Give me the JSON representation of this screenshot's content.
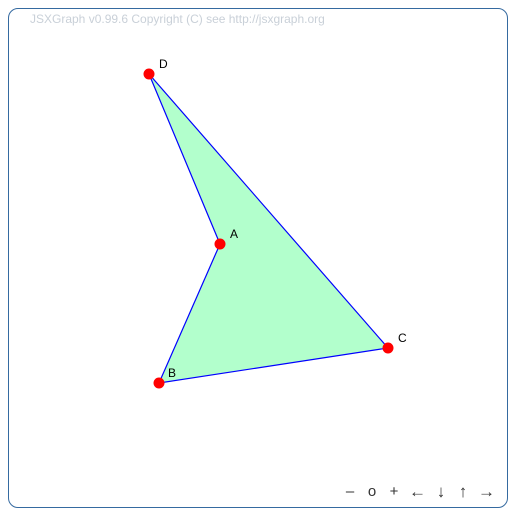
{
  "board": {
    "copyright": "JSXGraph v0.99.6 Copyright (C) see http://jsxgraph.org",
    "border_color": "#356AA0"
  },
  "polygon": {
    "fill_color": "#b2ffcc",
    "edge_color": "#0000ff",
    "point_color": "#ff0000",
    "vertex_order": [
      "A",
      "B",
      "C",
      "D"
    ]
  },
  "points": [
    {
      "label": "A"
    },
    {
      "label": "B"
    },
    {
      "label": "C"
    },
    {
      "label": "D"
    }
  ],
  "navigation": {
    "zoom_out": "–",
    "zoom_reset": "o",
    "zoom_in": "+",
    "pan_left": "←",
    "pan_down": "↓",
    "pan_up": "↑",
    "pan_right": "→"
  }
}
